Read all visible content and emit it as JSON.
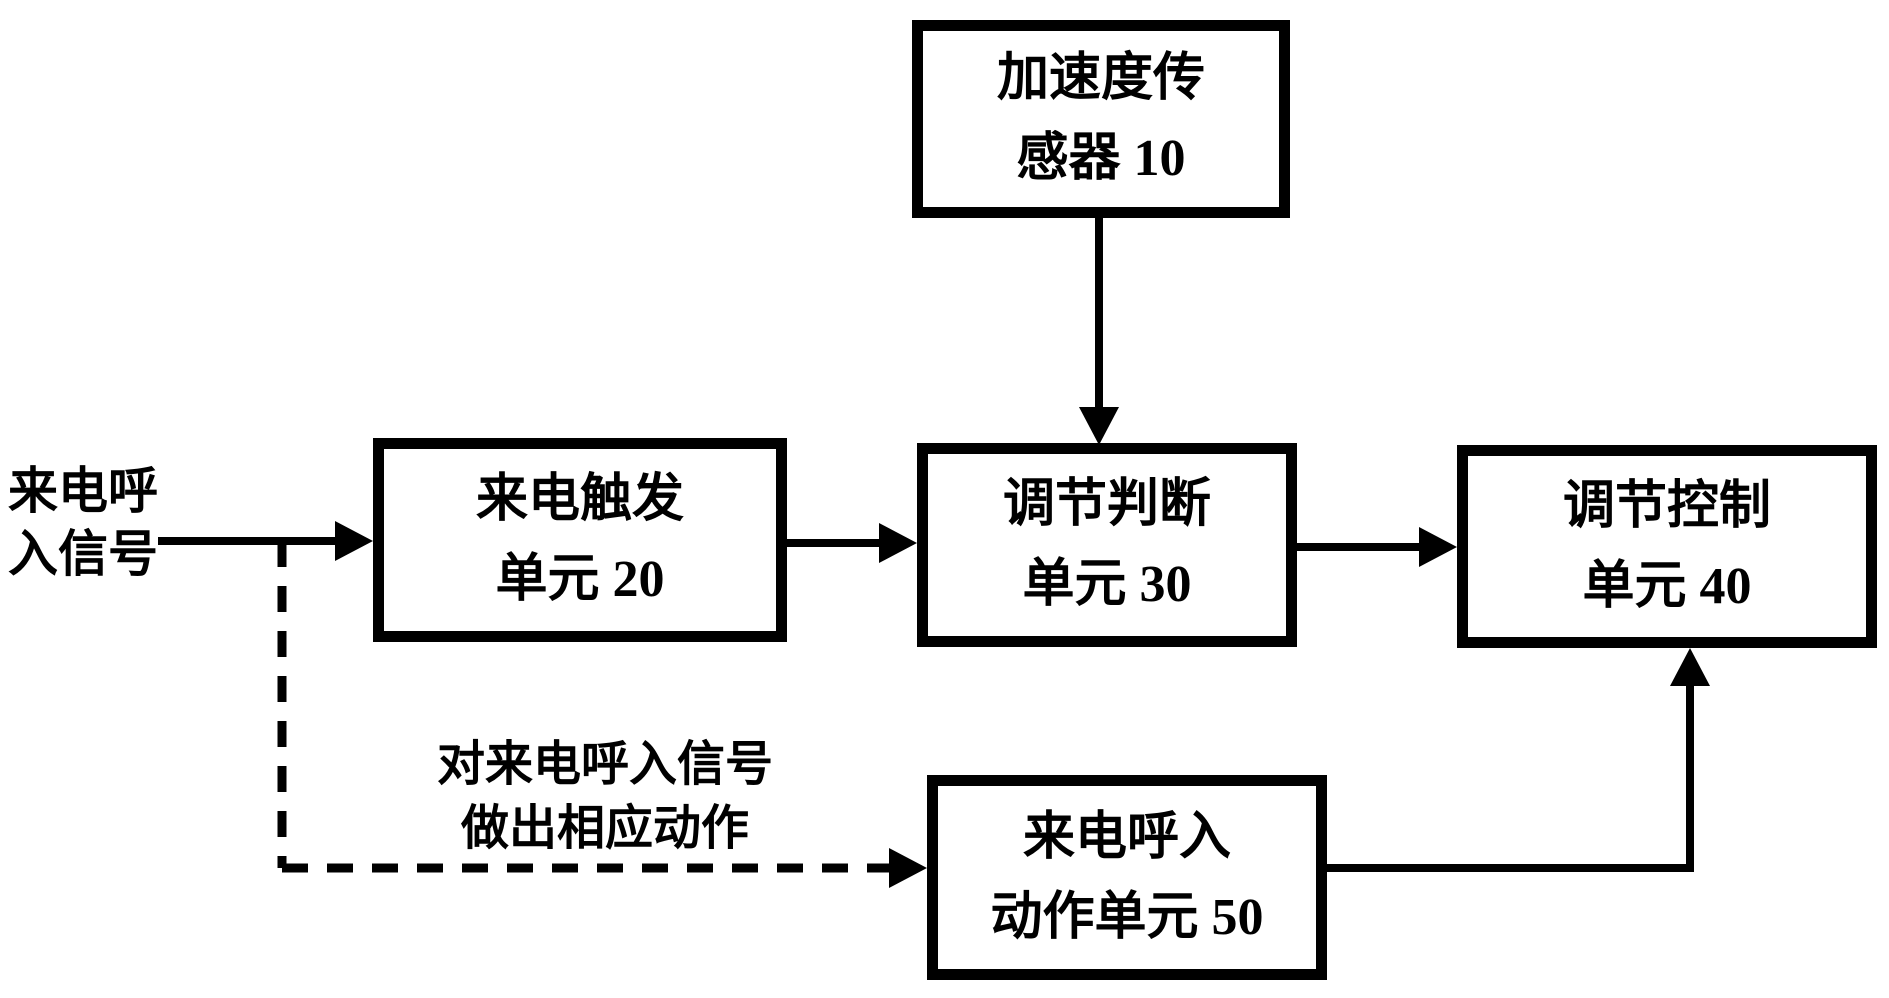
{
  "diagram": {
    "background_color": "#ffffff",
    "ink_color": "#000000",
    "nodes": {
      "sensor": {
        "line1": "加速度传",
        "line2": "感器 10"
      },
      "trigger": {
        "line1": "来电触发",
        "line2": "单元 20"
      },
      "judge": {
        "line1": "调节判断",
        "line2": "单元 30"
      },
      "control": {
        "line1": "调节控制",
        "line2": "单元 40"
      },
      "action": {
        "line1": "来电呼入",
        "line2": "动作单元 50"
      }
    },
    "labels": {
      "input_signal_line1": "来电呼",
      "input_signal_line2": "入信号",
      "dashed_note_line1": "对来电呼入信号",
      "dashed_note_line2": "做出相应动作"
    },
    "edges": [
      {
        "from": "input-signal",
        "to": "trigger",
        "style": "solid-arrow"
      },
      {
        "from": "sensor",
        "to": "judge",
        "style": "solid-arrow"
      },
      {
        "from": "trigger",
        "to": "judge",
        "style": "solid-arrow"
      },
      {
        "from": "judge",
        "to": "control",
        "style": "solid-arrow"
      },
      {
        "from": "input-signal",
        "to": "action",
        "style": "dashed-arrow"
      },
      {
        "from": "action",
        "to": "control",
        "style": "solid-arrow"
      }
    ]
  }
}
